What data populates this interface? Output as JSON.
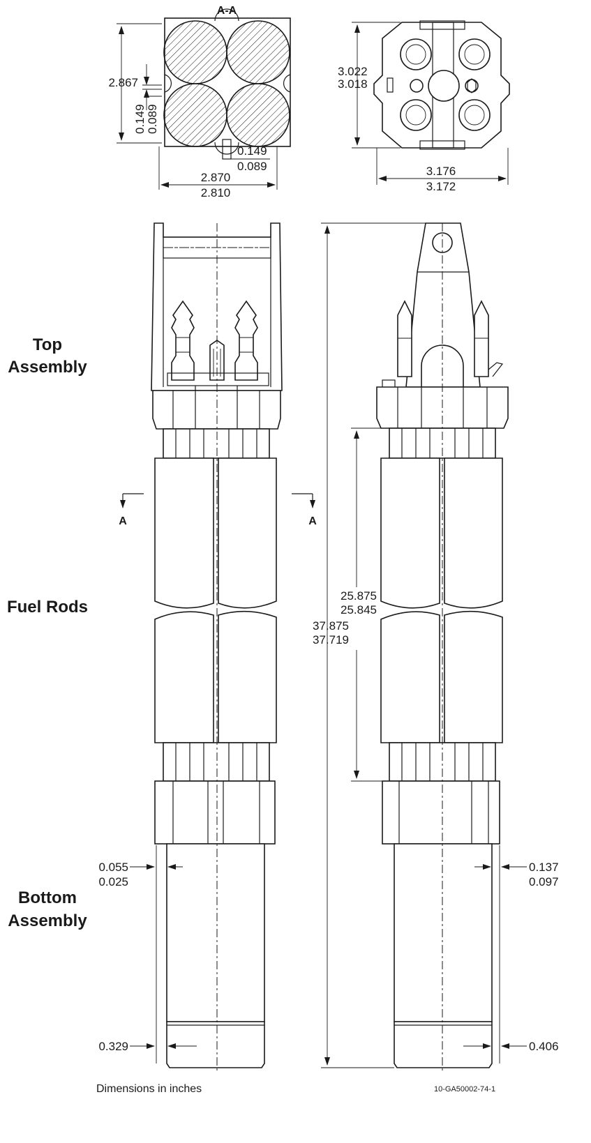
{
  "section": {
    "title": "A-A",
    "dims": {
      "rod_gap_h": "2.867",
      "gap_v_top": "0.149",
      "gap_v_bottom": "0.089",
      "gap_h_top": "0.149",
      "gap_h_bottom": "0.089",
      "width_top": "2.870",
      "width_bottom": "2.810"
    }
  },
  "top_view": {
    "dims": {
      "height_top": "3.022",
      "height_bottom": "3.018",
      "width_top": "3.176",
      "width_bottom": "3.172"
    }
  },
  "labels": {
    "top_assembly_1": "Top",
    "top_assembly_2": "Assembly",
    "fuel_rods": "Fuel Rods",
    "bottom_assembly_1": "Bottom",
    "bottom_assembly_2": "Assembly",
    "section_mark": "A"
  },
  "side_dims": {
    "rod_len_top": "25.875",
    "rod_len_bottom": "25.845",
    "total_top": "37.875",
    "total_bottom": "37.719",
    "left_clear_top": "0.055",
    "left_clear_bottom": "0.025",
    "right_clear_top": "0.137",
    "right_clear_bottom": "0.097",
    "left_tip": "0.329",
    "right_tip": "0.406"
  },
  "footer": {
    "note": "Dimensions in inches",
    "ref": "10-GA50002-74-1"
  }
}
